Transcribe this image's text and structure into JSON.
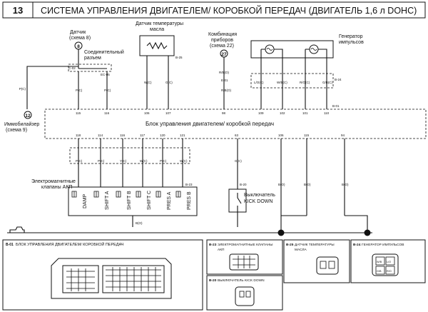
{
  "header": {
    "page_number": "13",
    "title": "СИСТЕМА УПРАВЛЕНИЯ ДВИГАТЕЛЕМ/ КОРОБКОЙ ПЕРЕДАЧ (ДВИГАТЕЛЬ 1,6 л DOHC)"
  },
  "components": {
    "sensor_label": "Датчик",
    "sensor_ref": "(схема 8)",
    "sensor_circle": "8",
    "connector_label": "Соединительный",
    "connector_label2": "разъем",
    "oil_temp_sensor_label": "Датчик температуры",
    "oil_temp_sensor_label2": "масла",
    "cluster_label": "Комбинация",
    "cluster_label2": "приборов",
    "cluster_ref": "(схема 22)",
    "cluster_circle": "27",
    "pulse_gen_label": "Генератор",
    "pulse_gen_label2": "импульсов",
    "immobilizer_circle": "12",
    "immobilizer_label": "Иммобилайзер",
    "immobilizer_ref": "(схема 9)",
    "ecu_label": "Блок управления двигателем/ коробкой передач",
    "solenoid_label": "Электромагнитные",
    "solenoid_label2": "клапаны АКП",
    "kickdown_label": "Выключатель",
    "kickdown_label2": "KICK DOWN"
  },
  "connectors": {
    "c1": "C-02",
    "c2": "EC-05",
    "c3": "B-25",
    "c4": "B-24",
    "c5": "E-01",
    "c6": "B-01",
    "c7": "B-23",
    "c8": "B-20"
  },
  "ecu_pins_top": [
    "115",
    "116",
    "106",
    "107",
    "98",
    "109",
    "102",
    "101",
    "110"
  ],
  "ecu_pins_bottom": [
    "118",
    "114",
    "116",
    "117",
    "120",
    "121",
    "63",
    "106",
    "115",
    "94"
  ],
  "wire_colors_top": [
    "P(C)",
    "P(C)",
    "W(C)",
    "G(C)",
    "R/B(O)",
    "L/O(C)",
    "W/B(C)",
    "R/O(C)",
    "G/B(C)"
  ],
  "wire_colors_bottom": [
    "P(C)",
    "P(C)",
    "Y(C)",
    "W(C)",
    "P(C)",
    "W(C)",
    "G(C)",
    "B(O)",
    "B(O)",
    "B(O)"
  ],
  "solenoids": [
    "DAMP",
    "SHIFT A",
    "SHIFT B",
    "SHIFT C",
    "PRES A",
    "PRES B"
  ],
  "bottom_panels": {
    "p1_code": "B-01",
    "p1_title": "БЛОК УПРАВЛЕНИЯ ДВИГАТЕЛЕМ/ КОРОБКОЙ ПЕРЕДАЧ",
    "p2_code": "B-23",
    "p2_title": "ЭЛЕКТРОМАГНИТНЫЕ КЛАПАНЫ",
    "p2_title2": "АКП",
    "p3_code": "B-25",
    "p3_title": "ДАТЧИК ТЕМПЕРАТУРЫ",
    "p3_title2": "МАСЛА",
    "p4_code": "B-24",
    "p4_title": "ГЕНЕРАТОР ИМПУЛЬСОВ",
    "p5_code": "B-20",
    "p5_title": "ВЫКЛЮЧАТЕЛЬ KICK DOWN",
    "small_a": "W/B",
    "small_b": "L/O",
    "small_c": "G/B",
    "small_d": "R/O"
  }
}
